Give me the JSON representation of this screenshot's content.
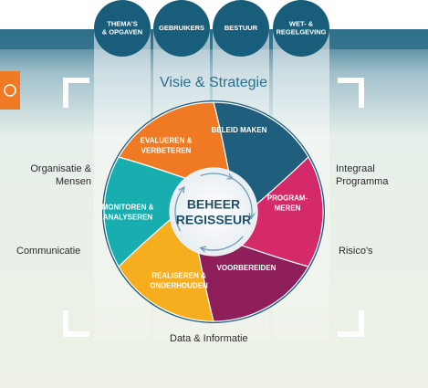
{
  "top_circles": [
    [
      "THEMA'S",
      "& OPGAVEN"
    ],
    [
      "GEBRUIKERS"
    ],
    [
      "BESTUUR"
    ],
    [
      "WET- &",
      "REGELGEVING"
    ]
  ],
  "title": "Visie & Strategie",
  "center": [
    "BEHEER",
    "REGISSEUR"
  ],
  "segments": [
    {
      "lines": [
        "BELEID MAKEN"
      ],
      "color": "#1f5f7d"
    },
    {
      "lines": [
        "PROGRAM-",
        "MEREN"
      ],
      "color": "#d42a6a"
    },
    {
      "lines": [
        "VOORBEREIDEN"
      ],
      "color": "#8f1f5a"
    },
    {
      "lines": [
        "REALISEREN &",
        "ONDERHOUDEN"
      ],
      "color": "#f6ad1e"
    },
    {
      "lines": [
        "MONITOREN &",
        "ANALYSEREN"
      ],
      "color": "#18aeb0"
    },
    {
      "lines": [
        "EVALUEREN &",
        "VERBETEREN"
      ],
      "color": "#ef7a23"
    }
  ],
  "left_labels": [
    "Organisatie &\nMensen",
    "Communicatie"
  ],
  "right_labels": [
    "Integraal\nProgramma",
    "Risico's"
  ],
  "bottom_label": "Data & Informatie",
  "colors": {
    "pill": "#185e7a",
    "band_top": "#2f6f89",
    "bg_light": "#e9efe0",
    "accent_icon": "#ef7a23"
  }
}
